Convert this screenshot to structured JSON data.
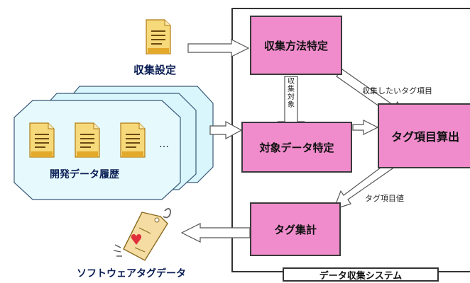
{
  "system": {
    "title": "データ収集システム"
  },
  "nodes": {
    "collection_method": "収集方法特定",
    "target_data": "対象データ特定",
    "tag_calc": "タグ項目算出",
    "tag_aggregate": "タグ集計"
  },
  "inputs": {
    "settings_label": "収集設定",
    "history_label": "開発データ履歴",
    "ellipsis": "…"
  },
  "output": {
    "label": "ソフトウェアタグデータ"
  },
  "edge_labels": {
    "collection_target": [
      "収",
      "集",
      "対",
      "象"
    ],
    "desired_tag_items": "収集したいタグ項目",
    "tag_item_values": "タグ項目値"
  },
  "colors": {
    "node_fill": "#f08ccc",
    "stack_fill": "#d8f6fc",
    "label_text": "#0b1e55"
  },
  "icons": {
    "document": "document-icon",
    "tag": "tag-icon"
  }
}
